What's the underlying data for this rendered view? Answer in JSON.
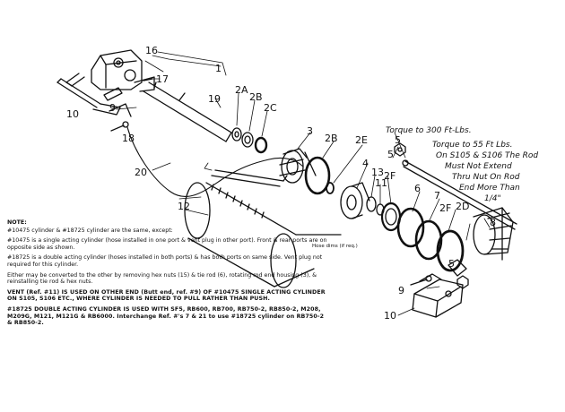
{
  "labels": {
    "l1": "1",
    "l5a": "5",
    "l5b": "5",
    "l9a": "9",
    "l9b": "9",
    "l10a": "10",
    "l10b": "10",
    "l11": "11",
    "l12": "12",
    "l13": "13",
    "l16": "16",
    "l17": "17",
    "l18": "18",
    "l19": "19",
    "l20": "20",
    "l2a": "2A",
    "l2b": "2B",
    "l2c": "2C",
    "l2d": "2D",
    "l2e": "2E",
    "l2f_a": "2F",
    "l2f_b": "2F",
    "l3": "3",
    "l4": "4",
    "l6": "6",
    "l7": "7",
    "l8": "8"
  },
  "annotations": {
    "torque1": "Torque to 300 Ft-Lbs.",
    "torque2_l1": "Torque to 55 Ft Lbs.",
    "torque2_l2": "On S105 & S106 The Rod",
    "torque2_l3": "Must Not Extend",
    "torque2_l4": "Thru Nut On Rod",
    "torque2_l5": "End More Than",
    "torque2_l6": "1/4\"",
    "hose_note": "Hose dims (if req.)"
  },
  "notes": {
    "title": "NOTE:",
    "p1": "#10475 cylinder & #18725 cylinder are the same, except:",
    "p2": "#10475 is a single acting cylinder (hose installed in one port & vent plug in other port). Front & rear ports are on opposite side as shown.",
    "p3": "#18725 is a double acting cylinder (hoses installed in both ports) & has both ports on same side. Vent plug not required for this cylinder.",
    "p4": "Either may be converted to the other by removing hex nuts (15) & tie rod (6), rotating rod end housing (3), & reinstalling tie rod & hex nuts.",
    "p5": "VENT (Ref. #11) IS USED ON OTHER END (Butt end, ref. #9) OF #10475 SINGLE ACTING CYLINDER ON S105, S106 ETC., WHERE CYLINDER IS NEEDED TO PULL RATHER THAN PUSH.",
    "p6": "#18725 DOUBLE ACTING CYLINDER IS USED WITH SF5, RB600, RB700, RB750-2, RB850-2, M208, M209G, M121, M121G & RB6000. Interchange Ref. #'s 7 & 21 to use #18725 cylinder on RB750-2 & RB850-2."
  }
}
